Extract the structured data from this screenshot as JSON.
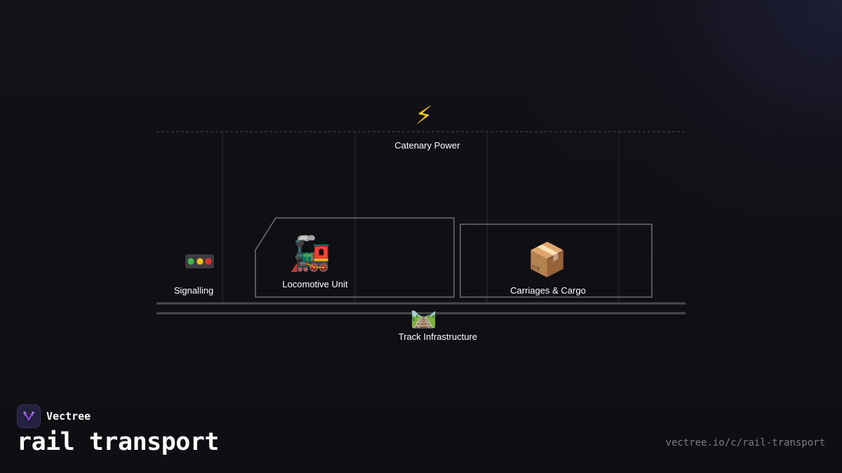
{
  "diagram": {
    "nodes": {
      "power": {
        "label": "Catenary Power",
        "icon": "high-voltage-icon",
        "glyph": "⚡"
      },
      "signal": {
        "label": "Signalling",
        "icon": "traffic-light-icon"
      },
      "locomotive": {
        "label": "Locomotive Unit",
        "icon": "locomotive-icon",
        "glyph": "🚂"
      },
      "carriages": {
        "label": "Carriages & Cargo",
        "icon": "package-icon",
        "glyph": "📦"
      },
      "track": {
        "label": "Track Infrastructure",
        "icon": "railway-track-icon",
        "glyph": "🛤️"
      }
    }
  },
  "footer": {
    "brand": "Vectree",
    "title": "rail transport",
    "url": "vectree.io/c/rail-transport"
  },
  "colors": {
    "background": "#111116",
    "line": "#3a3a40",
    "box_stroke": "#6e6e74",
    "rail": "#4a4a50",
    "brand_bg": "#24203f",
    "accent": "#a855f7"
  }
}
